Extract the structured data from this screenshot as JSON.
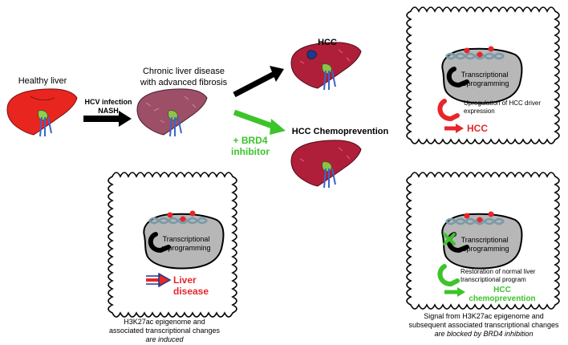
{
  "stages": {
    "healthy": "Healthy liver",
    "chronic_line1": "Chronic liver disease",
    "chronic_line2": "with advanced fibrosis",
    "hcc_title": "HCC",
    "chemo_title": "HCC Chemoprevention"
  },
  "arrows": {
    "cause_line1": "HCV infection",
    "cause_line2": "NASH",
    "brd4_line1": "+ BRD4",
    "brd4_line2": "inhibitor"
  },
  "cells": {
    "disease": {
      "nucleus_label_line1": "Transcriptional",
      "nucleus_label_line2": "reprogramming",
      "outcome": "Liver disease",
      "caption_line1": "H3K27ac epigenome and",
      "caption_line2": "associated transcriptional changes",
      "caption_line3": "are induced"
    },
    "hcc": {
      "nucleus_label_line1": "Transcriptional",
      "nucleus_label_line2": "reprogramming",
      "effect_line1": "Upregulation of HCC driver",
      "effect_line2": "expression",
      "outcome": "HCC"
    },
    "chemo": {
      "nucleus_label_line1": "Transcriptional",
      "nucleus_label_line2": "reprogramming",
      "effect_line1": "Restoration of normal liver",
      "effect_line2": "transcriptional program",
      "outcome_line1": "HCC",
      "outcome_line2": "chemoprevention",
      "caption_line1": "Signal from H3K27ac epigenome and",
      "caption_line2": "subsequent associated transcriptional changes",
      "caption_line3": "are blocked by BRD4 inhibition"
    }
  },
  "colors": {
    "red": "#e8262a",
    "green": "#3cc42a",
    "black": "#000000",
    "nucleus": "#b7b7b7",
    "healthy_liver": "#e8251f",
    "diseased_liver": "#9d4f68",
    "hcc_liver": "#b01f3a",
    "chromatin": "#7a9aa8"
  }
}
